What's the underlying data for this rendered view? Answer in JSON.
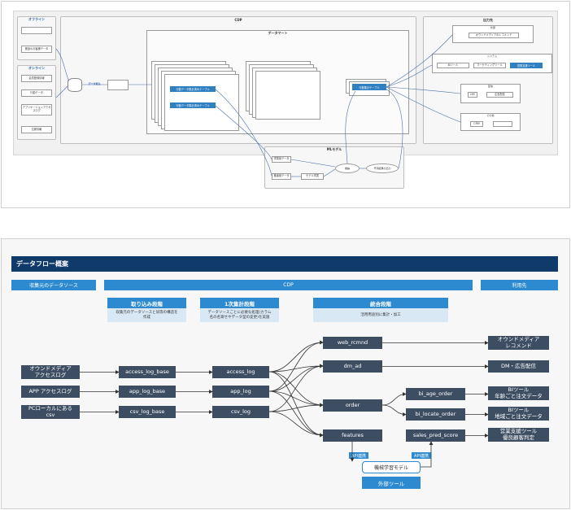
{
  "top": {
    "offline_title": "オフライン",
    "offline_items": [
      "",
      "施設のお客様データ"
    ],
    "online_title": "オンライン",
    "online_items": [
      "会員登録情報",
      "行動データ",
      "アプリケーションアクセスログ",
      "位置情報"
    ],
    "cdp_title": "CDP",
    "datamart_title": "データマート",
    "stack1_label": "",
    "stack1_blue1": "行動データ集計済みテーブル",
    "stack1_blue2": "行動データ集計済みテーブル",
    "stack2_label": "",
    "ingest": "データ取込",
    "mid_blue": "行動集計テーブル",
    "ml_title": "MLモデル",
    "ml_nodes": [
      "学習用データ",
      "推論用データ",
      "モデル学習",
      "推論",
      "予測結果の出力"
    ],
    "dest_title": "出力先",
    "dest_groups": [
      {
        "label": "外部",
        "items": [
          "オウンドメディアのレコメンド"
        ]
      },
      {
        "label": "システム",
        "items": [
          "BIツール",
          "マーケティングツール",
          "営業支援ツール"
        ]
      },
      {
        "label": "配信",
        "items": [
          "DM",
          "広告配信"
        ]
      },
      {
        "label": "その他",
        "items": [
          "CRM",
          ""
        ]
      }
    ]
  },
  "bottom": {
    "title": "データフロー概案",
    "src_header": "収集元のデータソース",
    "cdp_header": "CDP",
    "dest_header": "利用先",
    "stages": [
      {
        "label": "取り込み段階",
        "desc": "収集元のデータソースと同等の構造を\n作成"
      },
      {
        "label": "1次集計段階",
        "desc": "データソースごとに必要な処理(カラム\n名の名寄せやデータ型の変更)を実施"
      },
      {
        "label": "統合段階",
        "desc": "活用用途別に集計・加工"
      }
    ],
    "sources": [
      "オウンドメディア\nアクセスログ",
      "APP アクセスログ",
      "PCローカルにある\ncsv"
    ],
    "base": [
      "access_log_base",
      "app_log_base",
      "csv_log_base"
    ],
    "logs": [
      "access_log",
      "app_log",
      "csv_log"
    ],
    "integrated": [
      "web_rcmnd",
      "dm_ad",
      "order",
      "features"
    ],
    "order_sub": [
      "bi_age_order",
      "bi_locate_order"
    ],
    "sales": "sales_pred_score",
    "ml_model": "機械学習モデル",
    "external_tool": "外部ツール",
    "api_left": "API連携",
    "api_right": "API連携",
    "destinations": [
      "オウンドメディア\nレコメンド",
      "DM・広告配信",
      "BIツール\n年齢ごと注文データ",
      "BIツール\n地域ごと注文データ",
      "営業支援ツール\n優良顧客判定"
    ]
  }
}
